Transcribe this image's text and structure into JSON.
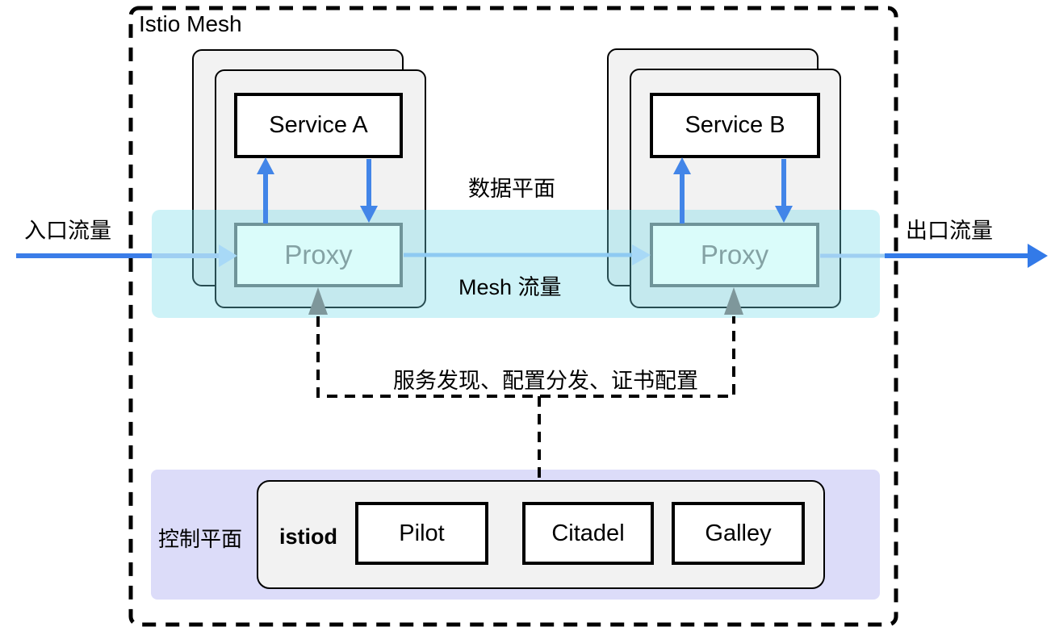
{
  "diagram": {
    "title": "Istio Mesh",
    "labels": {
      "ingress": "入口流量",
      "egress": "出口流量",
      "data_plane": "数据平面",
      "mesh_traffic": "Mesh 流量",
      "control_note": "服务发现、配置分发、证书配置",
      "control_plane": "控制平面"
    },
    "nodes": {
      "service_a": "Service A",
      "service_b": "Service B",
      "proxy_a": "Proxy",
      "proxy_b": "Proxy",
      "istiod": "istiod",
      "components": [
        "Pilot",
        "Citadel",
        "Galley"
      ]
    },
    "colors": {
      "blue_dark": "#3b7de8",
      "blue_vertical": "#4285e8",
      "blue_light": "#9fcff2",
      "blue_light_head": "#a8d9f7",
      "gray_arrow": "#7e979b",
      "cyan_band": "#cdf2f5",
      "proxy_fill": "#dafcfa",
      "proxy_border": "#6f9499",
      "lavender_band": "#dcdcf9",
      "pod_fill": "#f2f2f2"
    }
  }
}
